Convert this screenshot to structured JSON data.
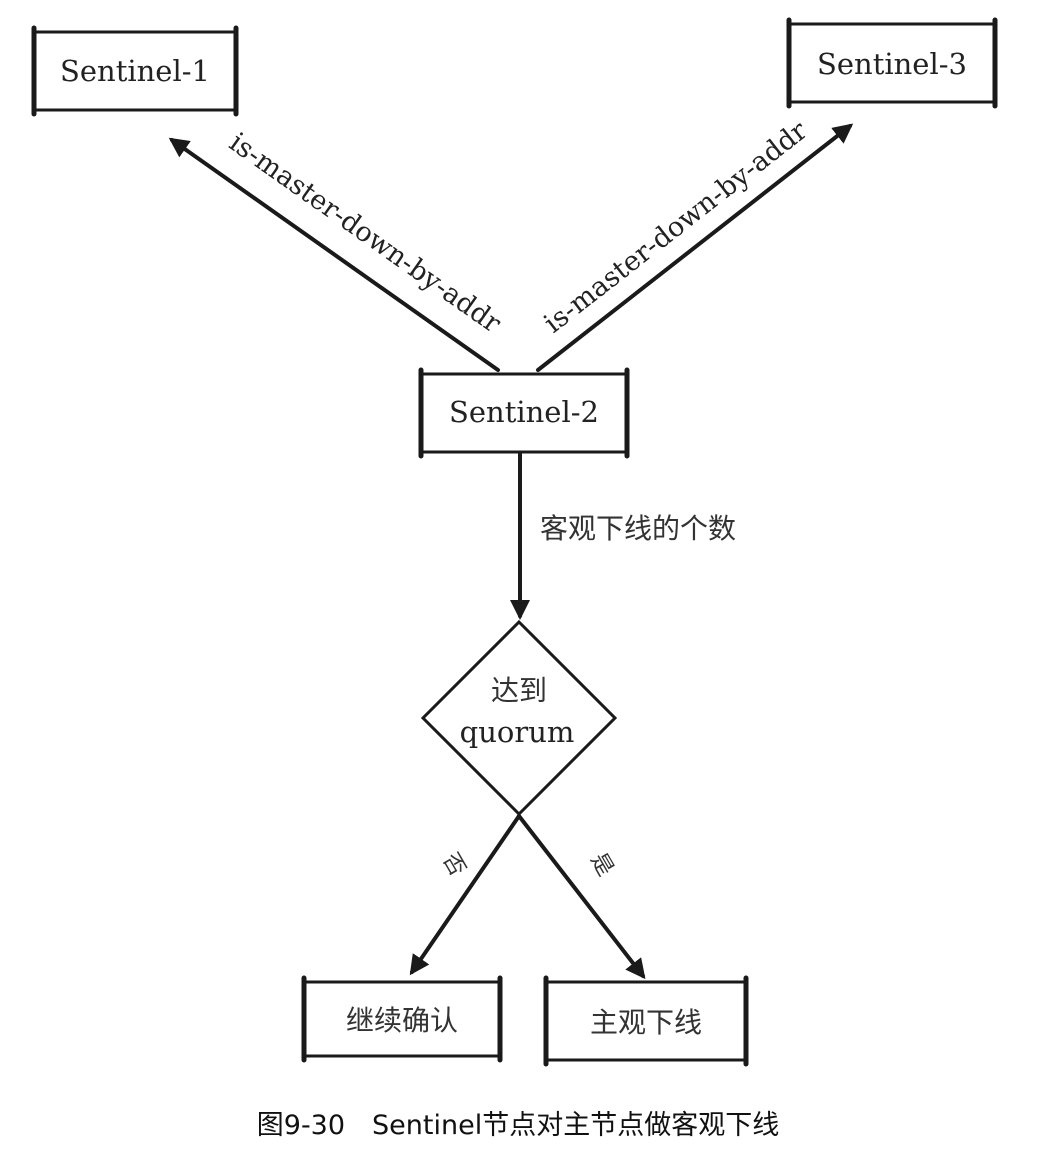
{
  "nodes": {
    "sentinel_1": "Sentinel-1",
    "sentinel_2": "Sentinel-2",
    "sentinel_3": "Sentinel-3",
    "decision_line1": "达到",
    "decision_line2": "quorum",
    "continue_confirm": "继续确认",
    "subjective_down": "主观下线"
  },
  "edges": {
    "to_sentinel_1": "is-master-down-by-addr",
    "to_sentinel_3": "is-master-down-by-addr",
    "to_decision": "客观下线的个数",
    "no_branch": "否",
    "yes_branch": "是"
  },
  "caption": "图9-30　Sentinel节点对主节点做客观下线",
  "colors": {
    "ink": "#1a1a1a",
    "background": "#ffffff"
  }
}
